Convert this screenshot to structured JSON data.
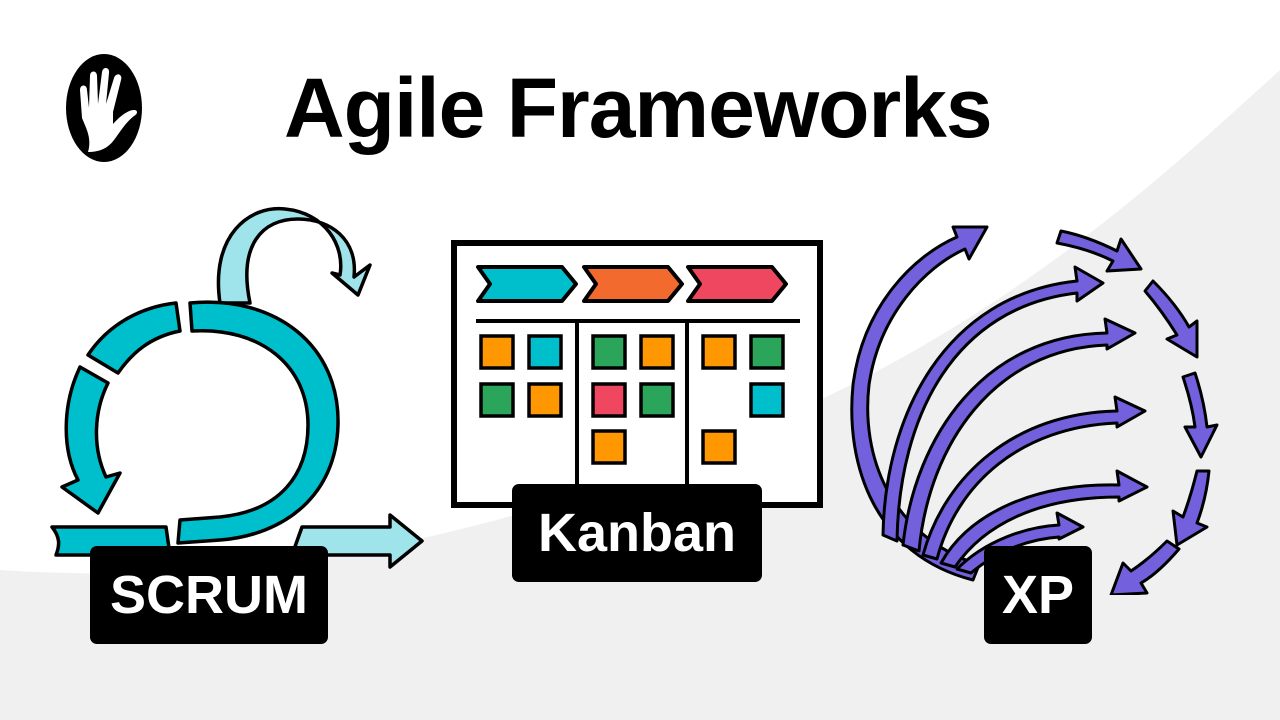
{
  "header": {
    "title": "Agile Frameworks",
    "logo_icon": "raised-hand-icon"
  },
  "colors": {
    "background": "#ffffff",
    "background_swoosh": "#f0f0f0",
    "scrum_primary": "#00bfcc",
    "scrum_light": "#9fe4ea",
    "kanban_teal": "#00bfcc",
    "kanban_orange": "#f26a2e",
    "kanban_red": "#ef4760",
    "kanban_card_orange": "#ff9800",
    "kanban_card_green": "#2aa55a",
    "kanban_card_teal": "#00bfcc",
    "kanban_card_red": "#ef4760",
    "xp_purple": "#7260dc",
    "label_bg": "#000000",
    "label_text": "#ffffff"
  },
  "frameworks": [
    {
      "id": "scrum",
      "label": "SCRUM",
      "icon": "scrum-cycle-icon"
    },
    {
      "id": "kanban",
      "label": "Kanban",
      "icon": "kanban-board-icon"
    },
    {
      "id": "xp",
      "label": "XP",
      "icon": "xp-feedback-loops-icon"
    }
  ],
  "kanban_board": {
    "columns": [
      {
        "header_color": "teal",
        "cards": [
          [
            "orange",
            "teal"
          ],
          [
            "green",
            "orange"
          ]
        ]
      },
      {
        "header_color": "orange",
        "cards": [
          [
            "green",
            "orange"
          ],
          [
            "red",
            "green"
          ],
          [
            "orange"
          ]
        ]
      },
      {
        "header_color": "red",
        "cards": [
          [
            "orange",
            "green"
          ],
          [
            "",
            "teal"
          ],
          [
            "orange"
          ]
        ]
      }
    ]
  }
}
